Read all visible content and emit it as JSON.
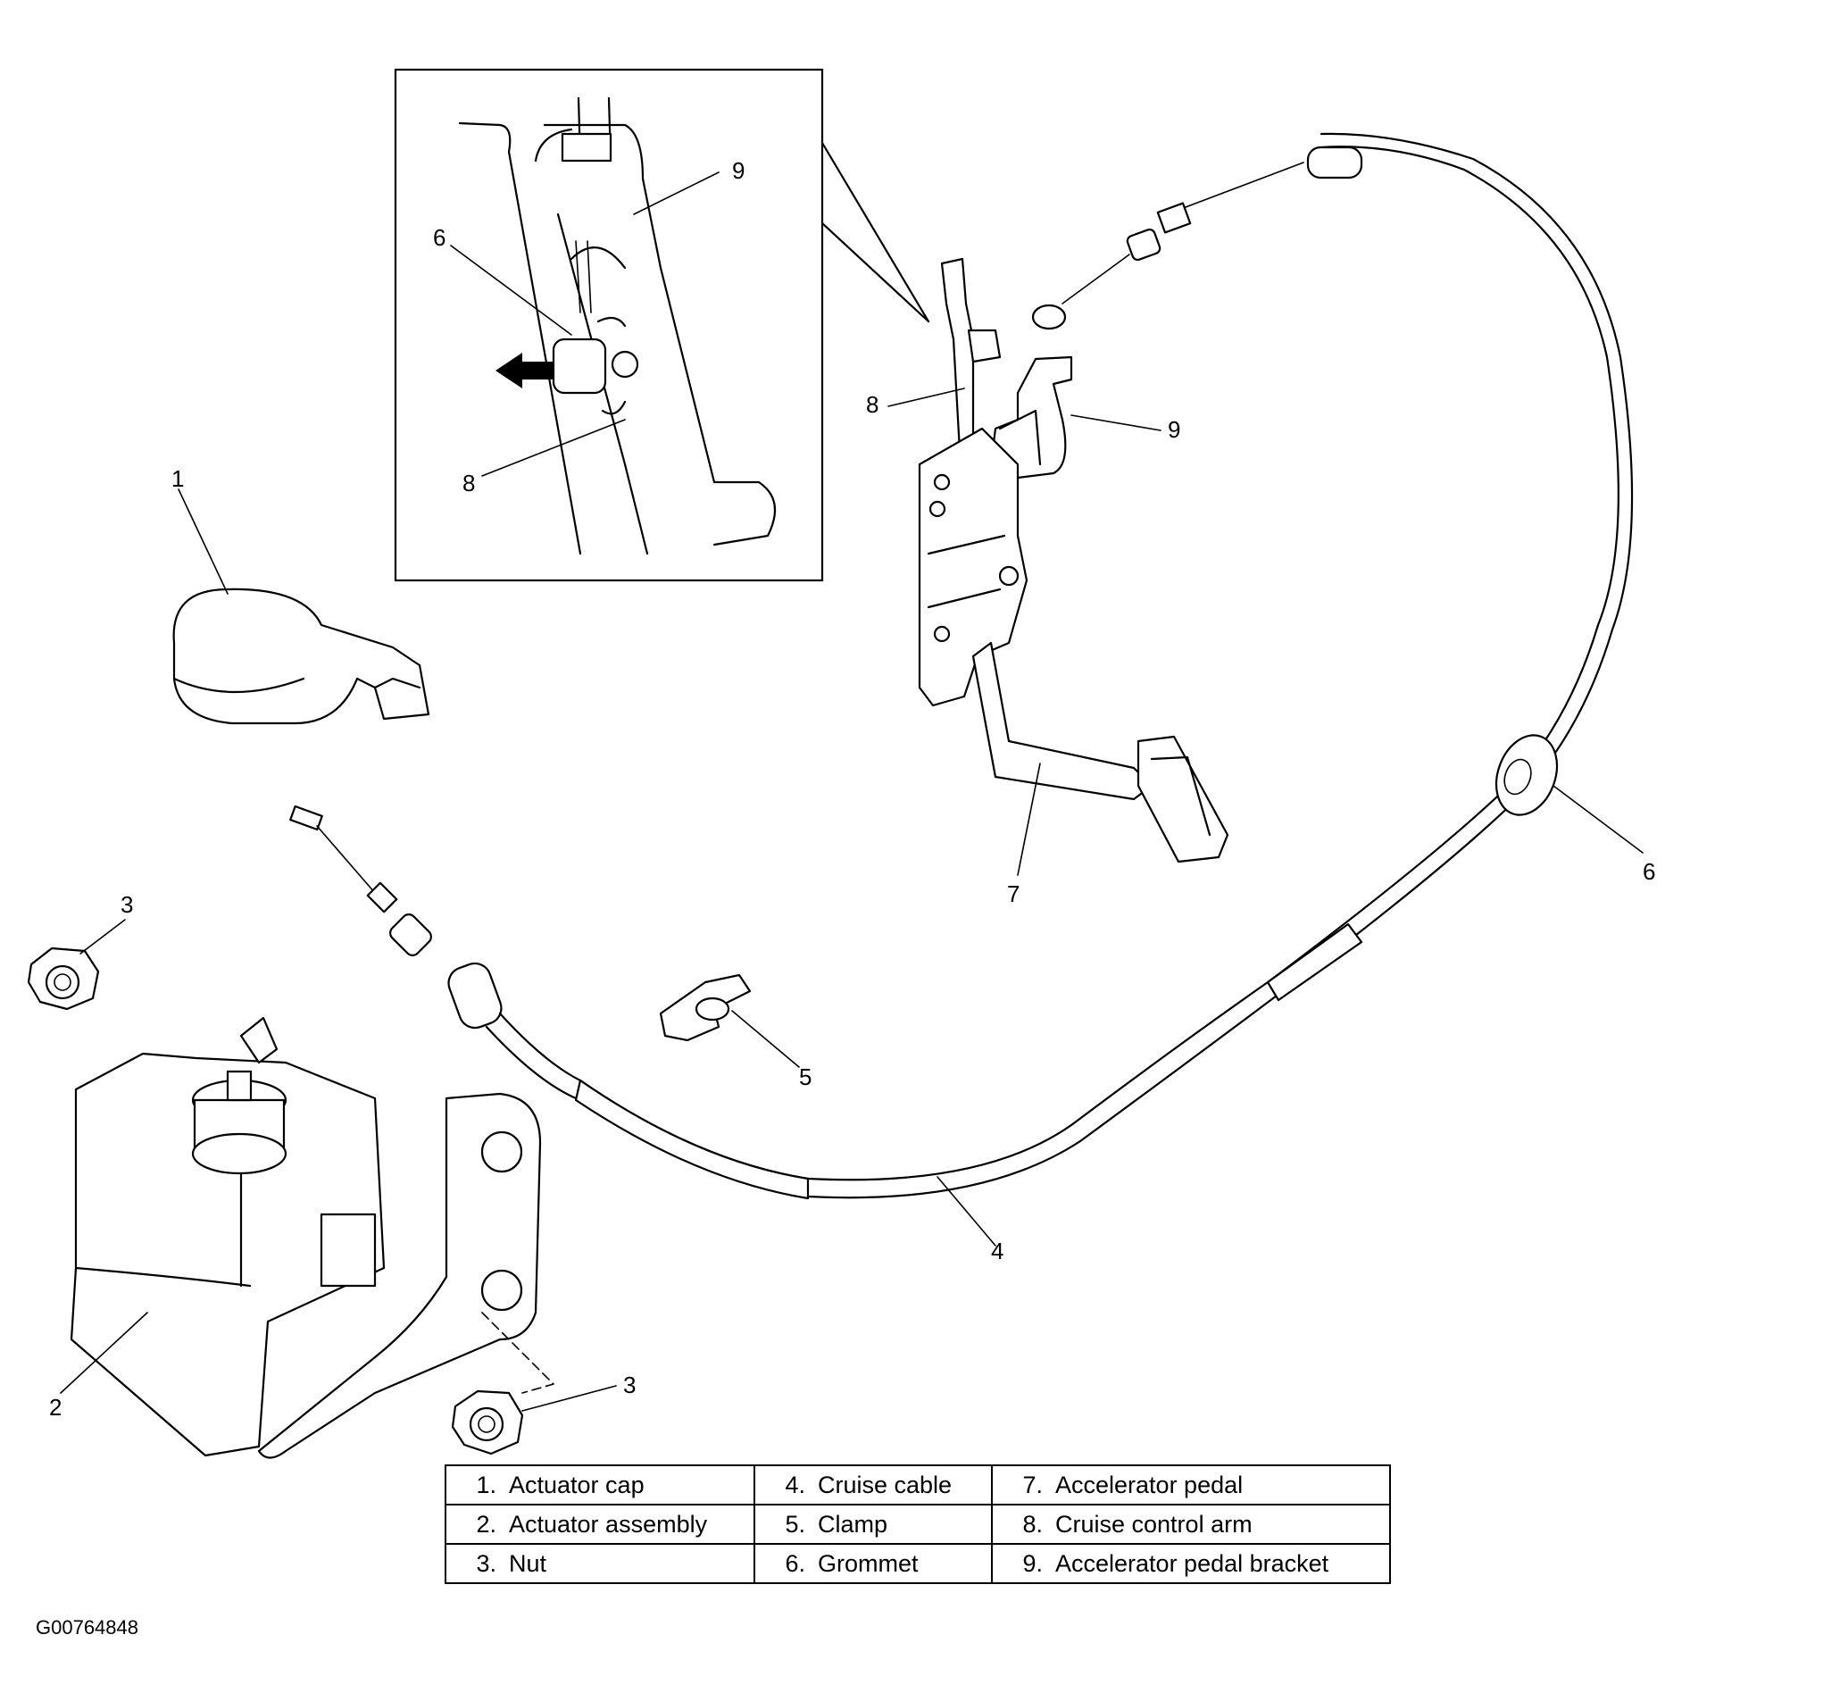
{
  "callouts": {
    "inset_9": "9",
    "inset_6": "6",
    "inset_8": "8",
    "actuator_cap": "1",
    "actuator_assembly": "2",
    "nut_upper": "3",
    "nut_lower": "3",
    "cruise_cable": "4",
    "clamp": "5",
    "grommet": "6",
    "accelerator_pedal": "7",
    "cruise_control_arm": "8",
    "accelerator_pedal_bracket": "9"
  },
  "legend": {
    "rows": [
      [
        {
          "num": "1.",
          "label": "Actuator cap"
        },
        {
          "num": "4.",
          "label": "Cruise cable"
        },
        {
          "num": "7.",
          "label": "Accelerator pedal"
        }
      ],
      [
        {
          "num": "2.",
          "label": "Actuator assembly"
        },
        {
          "num": "5.",
          "label": "Clamp"
        },
        {
          "num": "8.",
          "label": "Cruise control arm"
        }
      ],
      [
        {
          "num": "3.",
          "label": "Nut"
        },
        {
          "num": "6.",
          "label": "Grommet"
        },
        {
          "num": "9.",
          "label": "Accelerator pedal bracket"
        }
      ]
    ]
  },
  "figure_id": "G00764848"
}
